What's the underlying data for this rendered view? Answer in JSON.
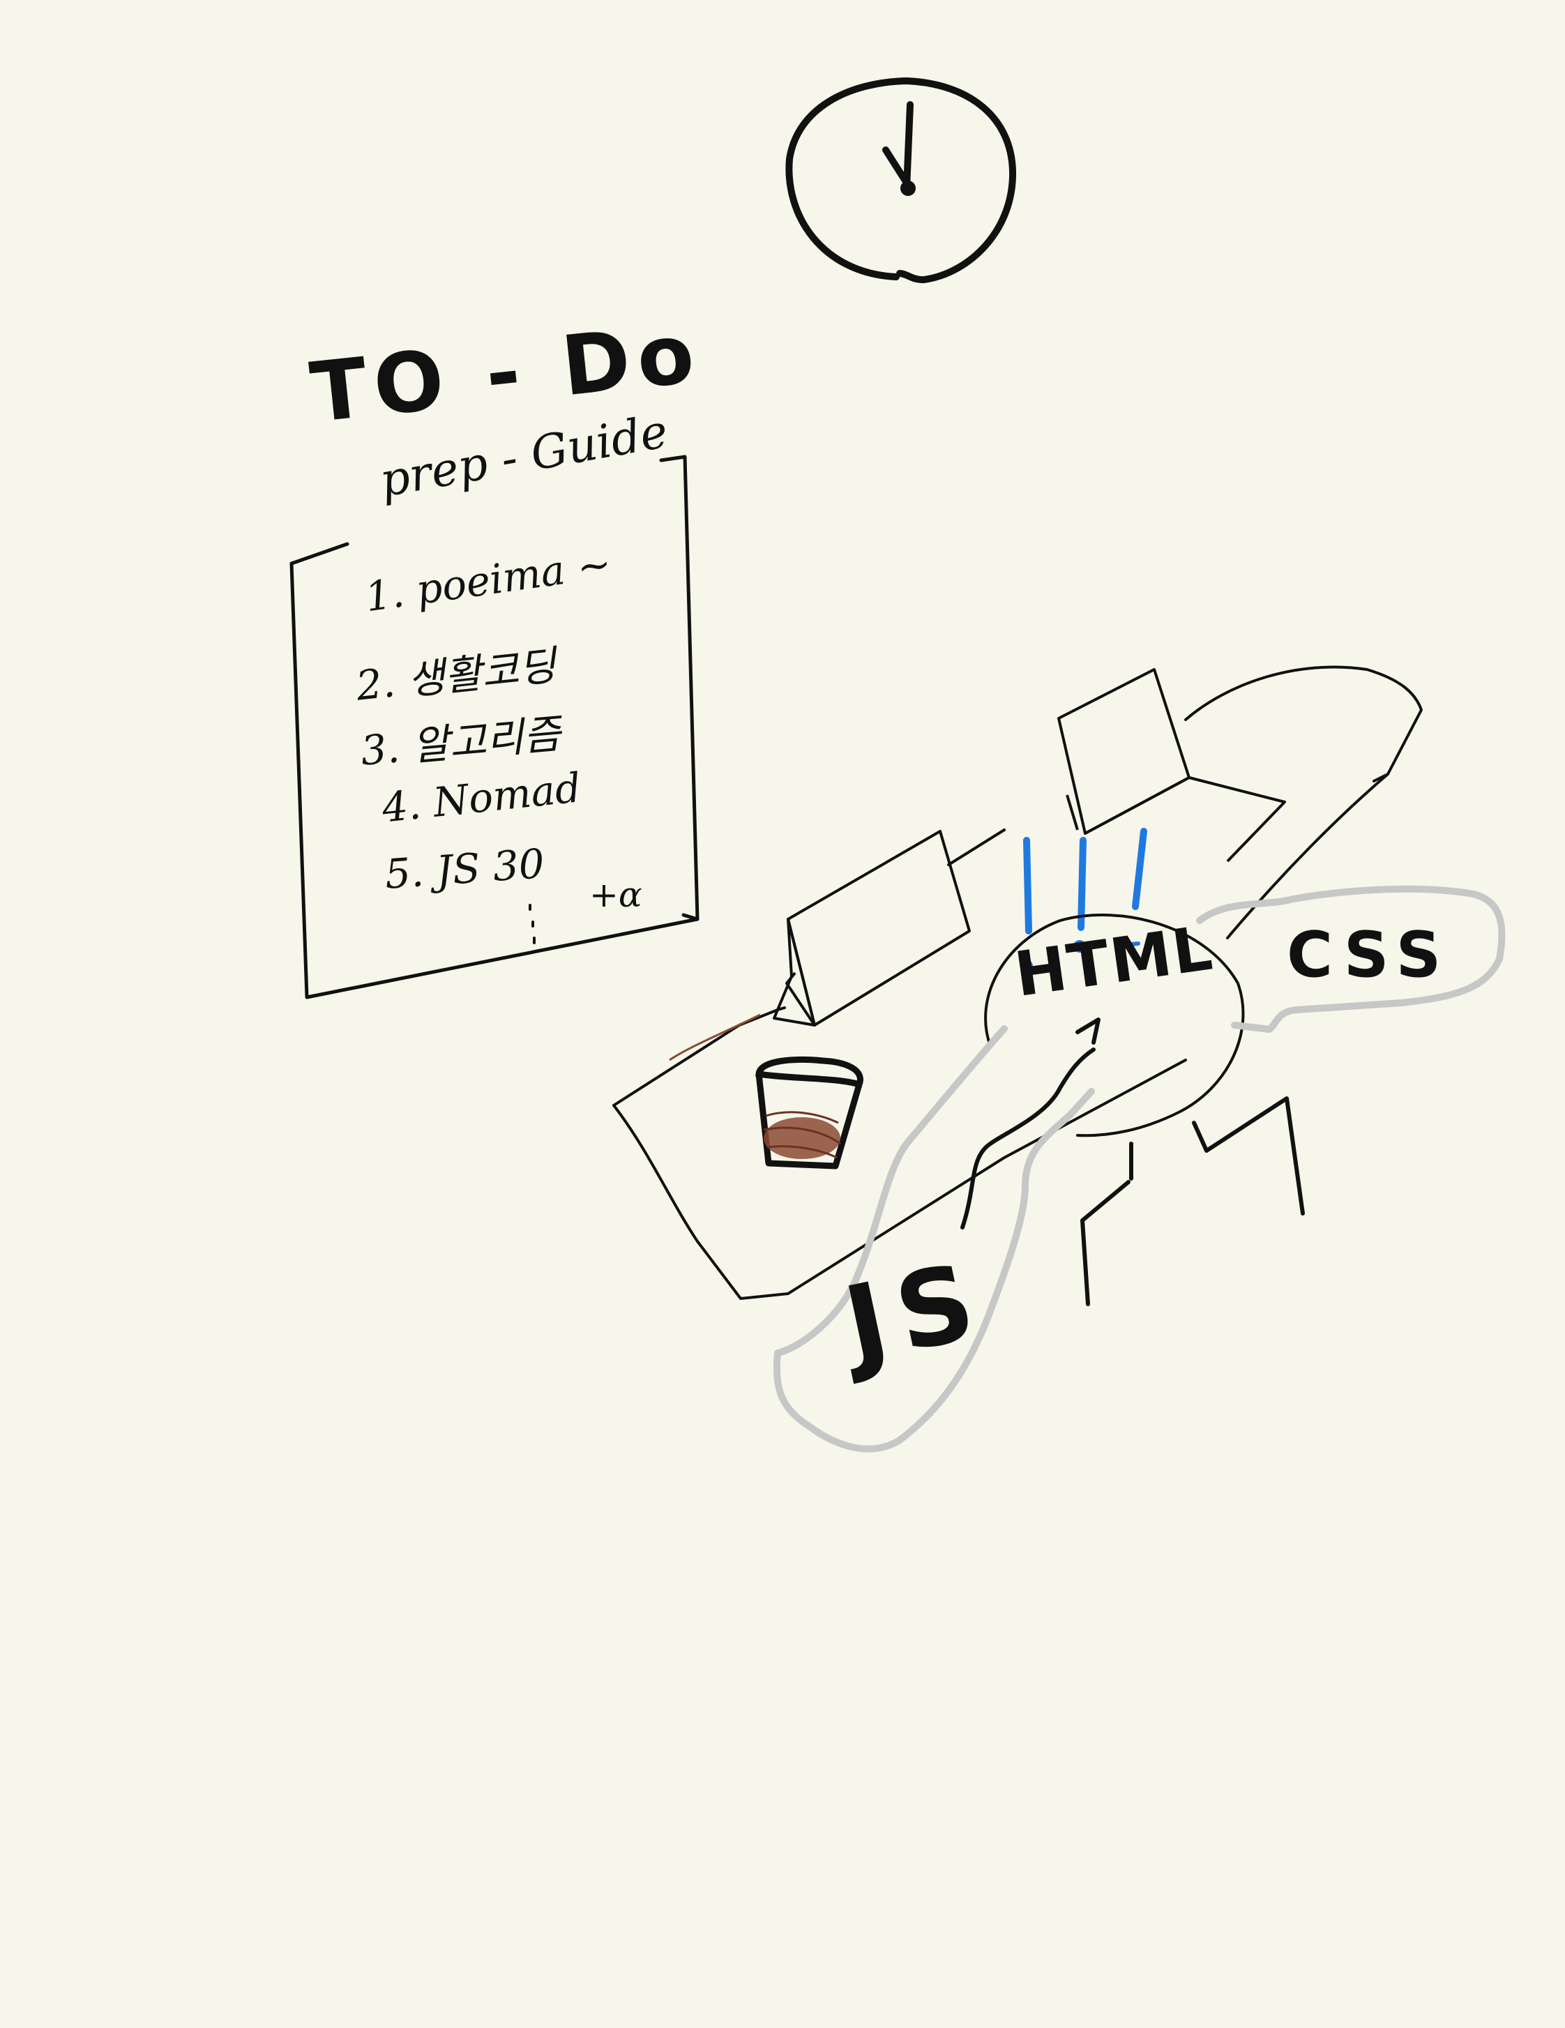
{
  "todo": {
    "title": "TO - Do",
    "guide_title": "prep - Guide",
    "items": [
      "1. poeima ~",
      "2. 생활코딩",
      "3. 알고리즘",
      "4. Nomad",
      "5. JS 30"
    ],
    "extra": "+α"
  },
  "labels": {
    "html": "HTML",
    "css": "CSS",
    "js": "JS"
  },
  "colors": {
    "background": "#f7f6ea",
    "ink": "#111111",
    "highlight_blue": "#1f7ae0",
    "cloud_gray": "#c7c7c7",
    "coffee_brown": "#8b4a33"
  },
  "icons": [
    "clock-icon",
    "coffee-cup-icon",
    "desk-icon",
    "laptop-icon",
    "chair-icon"
  ]
}
